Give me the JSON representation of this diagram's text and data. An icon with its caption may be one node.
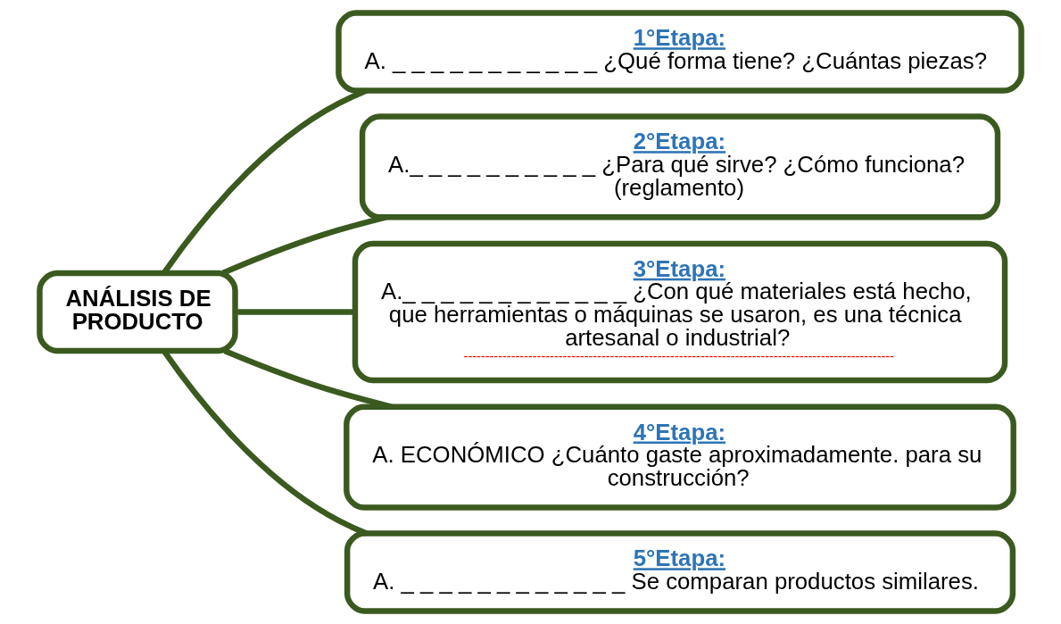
{
  "diagram": {
    "nodes": [
      {
        "text": [
          "ANÁLISIS DE PRODUCTO"
        ]
      },
      {
        "text": [
          "1°Etapa:",
          "A. _ _ _ _ _ _ _ _ _ _ _ ¿Qué forma tiene? ¿Cuántas piezas?"
        ]
      },
      {
        "text": [
          "2°Etapa:",
          "A._ _ _ _ _ _ _ _ _ _ ¿Para qué sirve? ¿Cómo funciona? (reglamento)"
        ]
      },
      {
        "text": [
          "3°Etapa:",
          "A._ _ _ _ _ _ _ _ _ _ _ _ ¿Con qué materiales está hecho, que herramientas o máquinas se usaron, es una técnica artesanal o industrial?",
          "----------------------------------------------------------------------------------------------------"
        ]
      },
      {
        "text": [
          "4°Etapa:",
          "A. ECONÓMICO ¿Cuánto gaste aproximadamente. para su construcción?"
        ]
      },
      {
        "text": [
          "5°Etapa:",
          "A. _ _ _ _ _ _ _ _ _ _ _ _ Se comparan productos similares."
        ]
      }
    ],
    "edges": [
      {
        "from": 0,
        "to": 1,
        "arrow": "none"
      },
      {
        "from": 0,
        "to": 2,
        "arrow": "none"
      },
      {
        "from": 0,
        "to": 3,
        "arrow": "none"
      },
      {
        "from": 0,
        "to": 4,
        "arrow": "none"
      },
      {
        "from": 0,
        "to": 5,
        "arrow": "none"
      }
    ]
  }
}
